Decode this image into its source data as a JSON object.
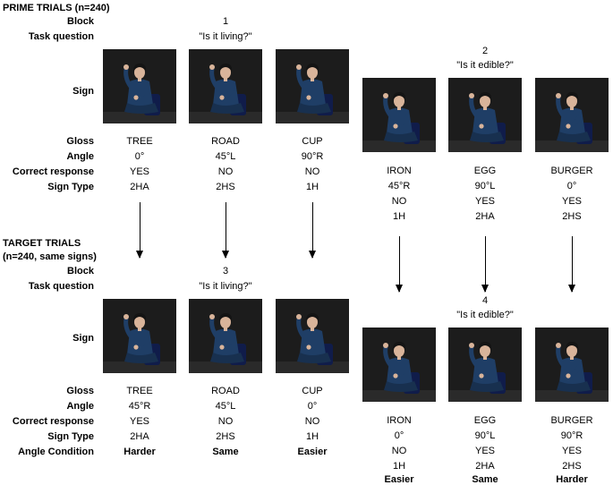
{
  "prime": {
    "header_line1": "PRIME TRIALS (n=240)",
    "labels": {
      "block": "Block",
      "task": "Task question",
      "sign": "Sign",
      "gloss": "Gloss",
      "angle": "Angle",
      "correct": "Correct response",
      "signtype": "Sign Type"
    },
    "block1": {
      "number": "1",
      "question": "\"Is it living?\""
    },
    "block2": {
      "number": "2",
      "question": "\"Is it edible?\""
    },
    "items": [
      {
        "gloss": "TREE",
        "angle": "0°",
        "correct": "YES",
        "signtype": "2HA"
      },
      {
        "gloss": "ROAD",
        "angle": "45°L",
        "correct": "NO",
        "signtype": "2HS"
      },
      {
        "gloss": "CUP",
        "angle": "90°R",
        "correct": "NO",
        "signtype": "1H"
      },
      {
        "gloss": "IRON",
        "angle": "45°R",
        "correct": "NO",
        "signtype": "1H"
      },
      {
        "gloss": "EGG",
        "angle": "90°L",
        "correct": "YES",
        "signtype": "2HA"
      },
      {
        "gloss": "BURGER",
        "angle": "0°",
        "correct": "YES",
        "signtype": "2HS"
      }
    ]
  },
  "target": {
    "header_line1": "TARGET TRIALS",
    "header_line2": "(n=240, same signs)",
    "labels": {
      "block": "Block",
      "task": "Task question",
      "sign": "Sign",
      "gloss": "Gloss",
      "angle": "Angle",
      "correct": "Correct response",
      "signtype": "Sign Type",
      "condition": "Angle Condition"
    },
    "block3": {
      "number": "3",
      "question": "\"Is it living?\""
    },
    "block4": {
      "number": "4",
      "question": "\"Is it edible?\""
    },
    "items": [
      {
        "gloss": "TREE",
        "angle": "45°R",
        "correct": "YES",
        "signtype": "2HA",
        "condition": "Harder"
      },
      {
        "gloss": "ROAD",
        "angle": "45°L",
        "correct": "NO",
        "signtype": "2HS",
        "condition": "Same"
      },
      {
        "gloss": "CUP",
        "angle": "0°",
        "correct": "NO",
        "signtype": "1H",
        "condition": "Easier"
      },
      {
        "gloss": "IRON",
        "angle": "0°",
        "correct": "NO",
        "signtype": "1H",
        "condition": "Easier"
      },
      {
        "gloss": "EGG",
        "angle": "90°L",
        "correct": "YES",
        "signtype": "2HA",
        "condition": "Same"
      },
      {
        "gloss": "BURGER",
        "angle": "90°R",
        "correct": "YES",
        "signtype": "2HS",
        "condition": "Harder"
      }
    ]
  },
  "colors": {
    "backdrop": "#1c1c1c",
    "shirt": "#1f3e66",
    "skin": "#d9b49a",
    "hair": "#141414",
    "chair": "#101c4a"
  }
}
